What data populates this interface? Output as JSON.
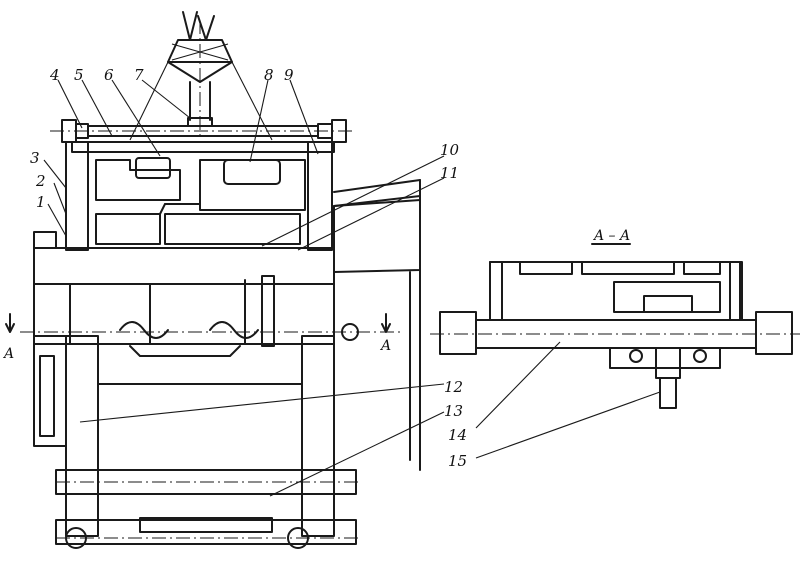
{
  "diagram": {
    "callouts": [
      {
        "id": "c1",
        "text": "1"
      },
      {
        "id": "c2",
        "text": "2"
      },
      {
        "id": "c3",
        "text": "3"
      },
      {
        "id": "c4",
        "text": "4"
      },
      {
        "id": "c5",
        "text": "5"
      },
      {
        "id": "c6",
        "text": "6"
      },
      {
        "id": "c7",
        "text": "7"
      },
      {
        "id": "c8",
        "text": "8"
      },
      {
        "id": "c9",
        "text": "9"
      },
      {
        "id": "c10",
        "text": "10"
      },
      {
        "id": "c11",
        "text": "11"
      },
      {
        "id": "c12",
        "text": "12"
      },
      {
        "id": "c13",
        "text": "13"
      },
      {
        "id": "c14",
        "text": "14"
      },
      {
        "id": "c15",
        "text": "15"
      }
    ],
    "section_title": "A – A",
    "section_marker_left": "A",
    "section_marker_right": "A"
  }
}
